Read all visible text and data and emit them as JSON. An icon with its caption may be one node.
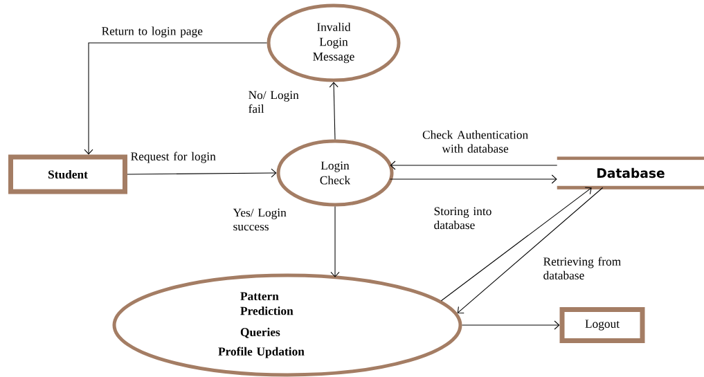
{
  "diagram": {
    "nodes": [
      {
        "text": [
          "Student"
        ]
      },
      {
        "text": [
          "Invalid Login Message"
        ]
      },
      {
        "text": [
          "Login Check"
        ]
      },
      {
        "text": [
          "Database"
        ]
      },
      {
        "text": [
          "Pattern Prediction",
          "Queries",
          "Profile Updation"
        ]
      },
      {
        "text": [
          "Logout"
        ]
      }
    ],
    "edges": [
      {
        "from": 0,
        "to": 2,
        "arrow": "to",
        "label": "Request for login"
      },
      {
        "from": 2,
        "to": 1,
        "arrow": "to",
        "label": "No/ Login fail"
      },
      {
        "from": 1,
        "to": 0,
        "arrow": "to",
        "label": "Return to login page"
      },
      {
        "from": 3,
        "to": 2,
        "arrow": "to",
        "label": "Check Authentication with database"
      },
      {
        "from": 2,
        "to": 3,
        "arrow": "to"
      },
      {
        "from": 2,
        "to": 4,
        "arrow": "to",
        "label": "Yes/ Login success"
      },
      {
        "from": 4,
        "to": 3,
        "arrow": "to",
        "label": "Storing into database"
      },
      {
        "from": 3,
        "to": 4,
        "arrow": "to",
        "label": "Retrieving from database"
      },
      {
        "from": 4,
        "to": 5,
        "arrow": "to"
      }
    ]
  }
}
